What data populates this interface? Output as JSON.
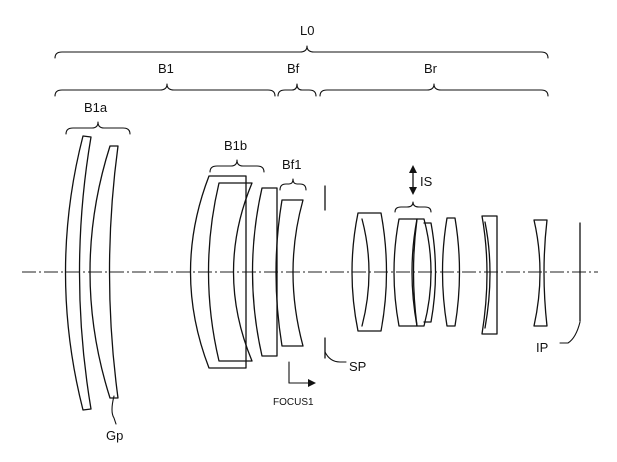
{
  "labels": {
    "L0": "L0",
    "B1": "B1",
    "Bf": "Bf",
    "Br": "Br",
    "B1a": "B1a",
    "B1b": "B1b",
    "Bf1": "Bf1",
    "IS": "IS",
    "SP": "SP",
    "IP": "IP",
    "Gp": "Gp",
    "FOCUS1": "FOCUS1"
  }
}
